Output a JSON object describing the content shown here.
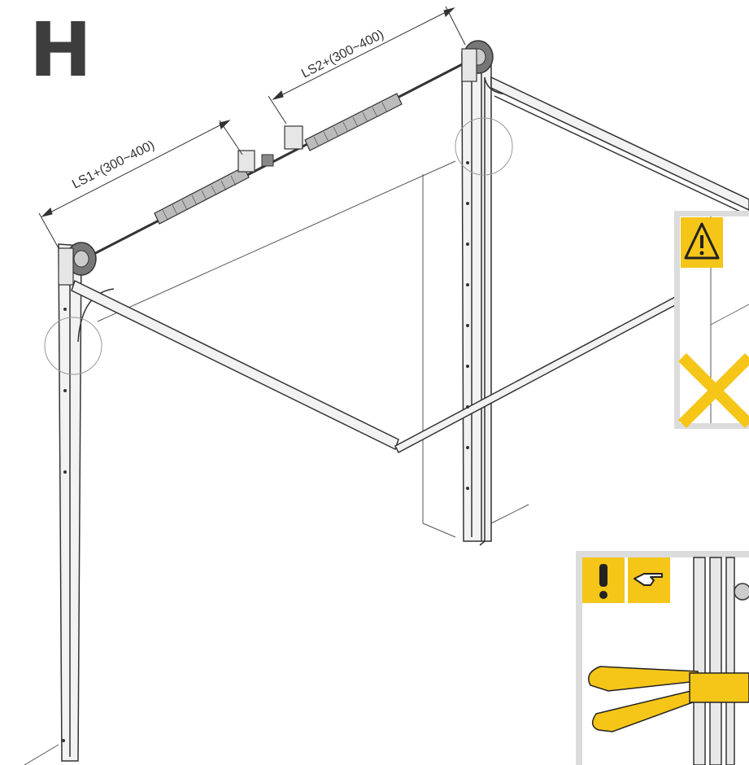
{
  "step": {
    "letter": "H"
  },
  "dimensions": [
    {
      "id": "ls1",
      "label": "LS1+(300~400)"
    },
    {
      "id": "ls2",
      "label": "LS2+(300~400)"
    }
  ],
  "callouts": {
    "warning_panel": {
      "icons": [
        "warning-triangle-icon",
        "cross-mark-icon"
      ]
    },
    "notice_panel": {
      "icons": [
        "exclamation-icon",
        "pointing-hand-icon",
        "clamp-pliers-icon"
      ]
    }
  },
  "colors": {
    "accent_yellow": "#f5c518",
    "line": "#333333",
    "panel_bg": "#dcdcdc",
    "track_fill": "#f2f2f2"
  }
}
